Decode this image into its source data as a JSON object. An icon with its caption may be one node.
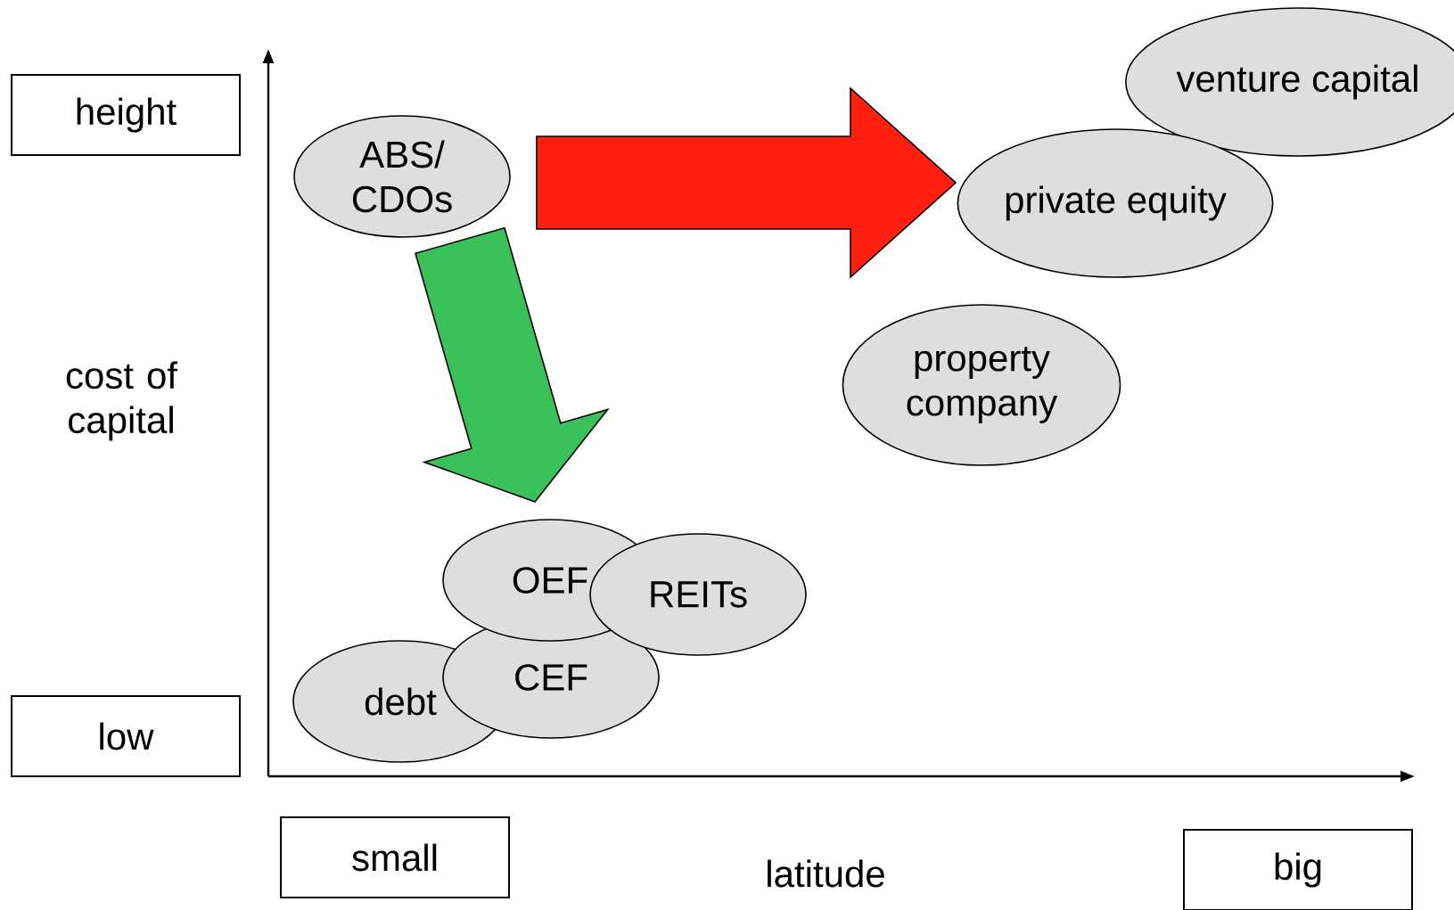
{
  "diagram": {
    "nodes": [
      {
        "text": [
          "height"
        ]
      },
      {
        "text": [
          "low"
        ]
      },
      {
        "text": [
          "small"
        ]
      },
      {
        "text": [
          "big"
        ]
      },
      {
        "text": [
          "ABS/ CDOs"
        ]
      },
      {
        "text": [
          "venture capital"
        ]
      },
      {
        "text": [
          "private equity"
        ]
      },
      {
        "text": [
          "property company"
        ]
      },
      {
        "text": [
          "OEF"
        ]
      },
      {
        "text": [
          "REITs"
        ]
      },
      {
        "text": [
          "debt"
        ]
      },
      {
        "text": [
          "CEF"
        ]
      }
    ],
    "edges": [
      {
        "from": 4,
        "to": 6,
        "arrow": "to",
        "style": "thick",
        "color": "#ff2010"
      },
      {
        "from": 4,
        "to": 8,
        "arrow": "to",
        "style": "thick",
        "color": "#3bc15a"
      }
    ],
    "labels": [
      "cost of capital",
      "latitude"
    ]
  }
}
